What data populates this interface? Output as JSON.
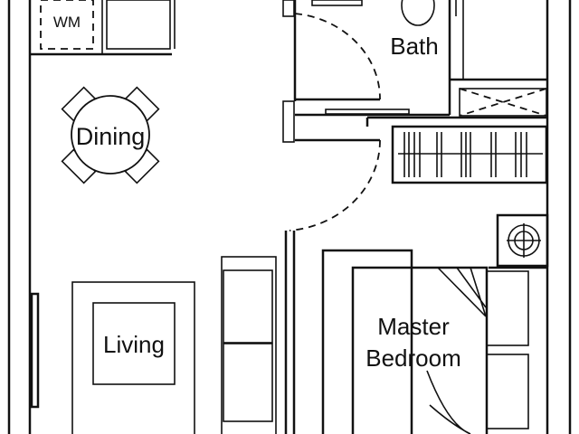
{
  "rooms": {
    "wm": "WM",
    "bath": "Bath",
    "dining": "Dining",
    "living": "Living",
    "master_line1": "Master",
    "master_line2": "Bedroom"
  },
  "colors": {
    "line": "#111111",
    "background": "#ffffff"
  }
}
